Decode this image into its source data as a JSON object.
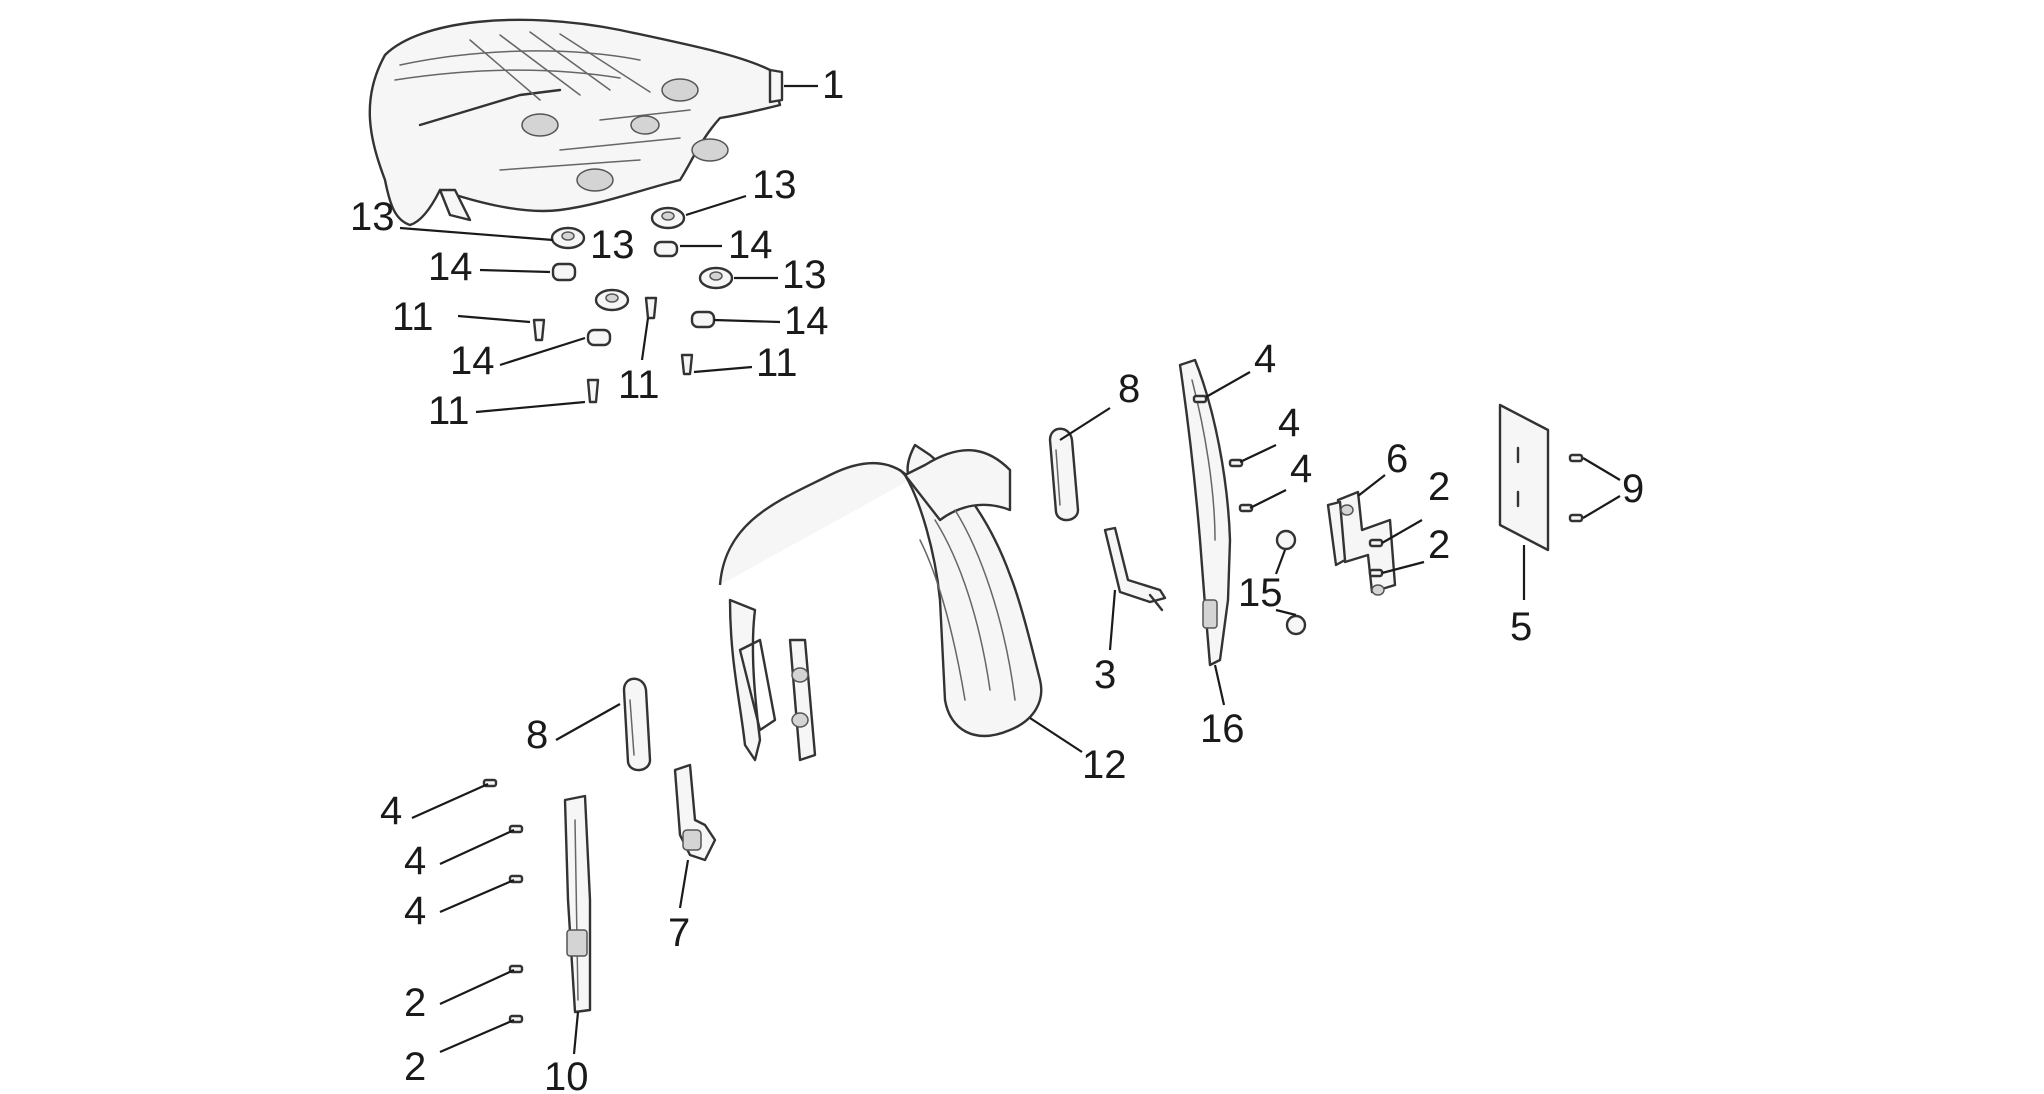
{
  "callouts": [
    {
      "id": "c1",
      "label": "1"
    },
    {
      "id": "c13a",
      "label": "13"
    },
    {
      "id": "c13b",
      "label": "13"
    },
    {
      "id": "c13c",
      "label": "13"
    },
    {
      "id": "c13d",
      "label": "13"
    },
    {
      "id": "c14a",
      "label": "14"
    },
    {
      "id": "c14b",
      "label": "14"
    },
    {
      "id": "c14c",
      "label": "14"
    },
    {
      "id": "c14d",
      "label": "14"
    },
    {
      "id": "c11a",
      "label": "11"
    },
    {
      "id": "c11b",
      "label": "11"
    },
    {
      "id": "c11c",
      "label": "11"
    },
    {
      "id": "c11d",
      "label": "11"
    },
    {
      "id": "c8a",
      "label": "8"
    },
    {
      "id": "c8b",
      "label": "8"
    },
    {
      "id": "c4a",
      "label": "4"
    },
    {
      "id": "c4b",
      "label": "4"
    },
    {
      "id": "c4c",
      "label": "4"
    },
    {
      "id": "c4d",
      "label": "4"
    },
    {
      "id": "c4e",
      "label": "4"
    },
    {
      "id": "c4f",
      "label": "4"
    },
    {
      "id": "c6",
      "label": "6"
    },
    {
      "id": "c2a",
      "label": "2"
    },
    {
      "id": "c2b",
      "label": "2"
    },
    {
      "id": "c2c",
      "label": "2"
    },
    {
      "id": "c2d",
      "label": "2"
    },
    {
      "id": "c9",
      "label": "9"
    },
    {
      "id": "c5",
      "label": "5"
    },
    {
      "id": "c15",
      "label": "15"
    },
    {
      "id": "c3",
      "label": "3"
    },
    {
      "id": "c16",
      "label": "16"
    },
    {
      "id": "c12",
      "label": "12"
    },
    {
      "id": "c7",
      "label": "7"
    },
    {
      "id": "c10",
      "label": "10"
    }
  ]
}
